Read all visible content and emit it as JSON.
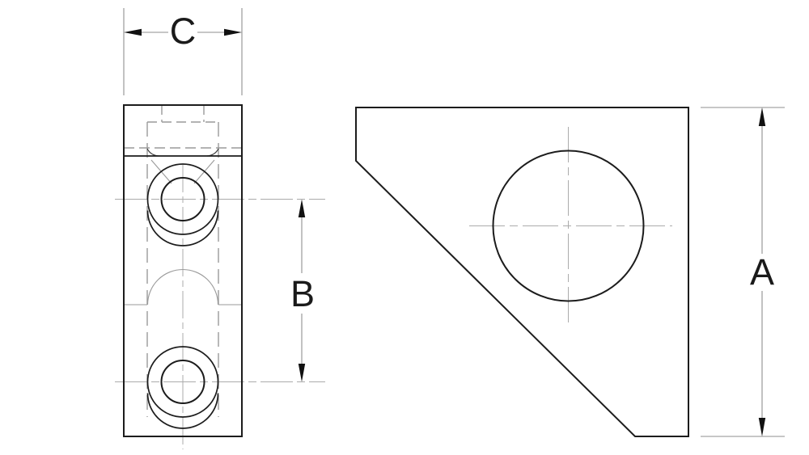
{
  "drawing": {
    "kind": "two-view orthographic technical drawing of a corner bracket",
    "views": [
      {
        "id": "side-view",
        "description": "narrow side view with two counterbored holes, hidden step/slot lines and a hidden dome arc"
      },
      {
        "id": "front-view",
        "description": "front view with diagonal chamfered corner and one large through hole with centerlines"
      }
    ],
    "dimensions": {
      "a": {
        "label": "A",
        "orientation": "vertical",
        "measures": "front view overall height"
      },
      "b": {
        "label": "B",
        "orientation": "vertical",
        "measures": "spacing between hole centerlines"
      },
      "c": {
        "label": "C",
        "orientation": "horizontal",
        "measures": "side view overall width"
      }
    },
    "colors": {
      "object_line": "#1c1c1c",
      "hidden_line": "#9a9a9a",
      "center_line": "#ababab",
      "dimension_line": "#8f8f8f",
      "arrowhead": "#111111",
      "label_text": "#1a1a1a",
      "background": "#ffffff"
    }
  }
}
